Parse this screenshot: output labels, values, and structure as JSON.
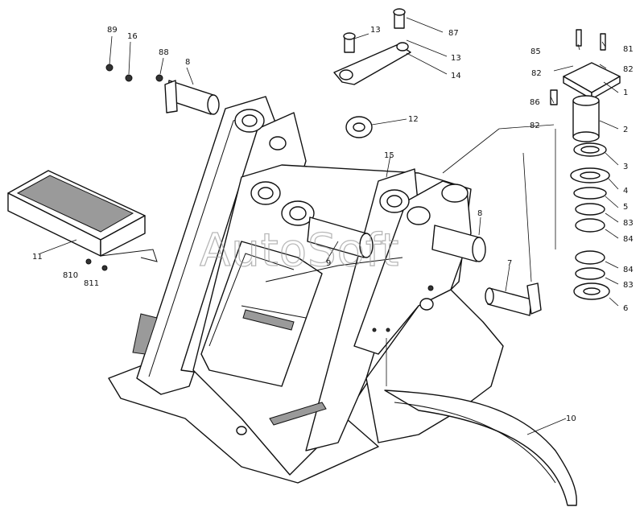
{
  "watermark": "AutoSoft",
  "callouts": [
    {
      "id": "c-89",
      "text": "89"
    },
    {
      "id": "c-16",
      "text": "16"
    },
    {
      "id": "c-88",
      "text": "88"
    },
    {
      "id": "c-8a",
      "text": "8"
    },
    {
      "id": "c-13a",
      "text": "13"
    },
    {
      "id": "c-87",
      "text": "87"
    },
    {
      "id": "c-13b",
      "text": "13"
    },
    {
      "id": "c-14",
      "text": "14"
    },
    {
      "id": "c-85",
      "text": "85"
    },
    {
      "id": "c-81",
      "text": "81"
    },
    {
      "id": "c-82a",
      "text": "82"
    },
    {
      "id": "c-82b",
      "text": "82"
    },
    {
      "id": "c-1",
      "text": "1"
    },
    {
      "id": "c-86",
      "text": "86"
    },
    {
      "id": "c-82c",
      "text": "82"
    },
    {
      "id": "c-2",
      "text": "2"
    },
    {
      "id": "c-12",
      "text": "12"
    },
    {
      "id": "c-15",
      "text": "15"
    },
    {
      "id": "c-3",
      "text": "3"
    },
    {
      "id": "c-4",
      "text": "4"
    },
    {
      "id": "c-5",
      "text": "5"
    },
    {
      "id": "c-83a",
      "text": "83"
    },
    {
      "id": "c-84a",
      "text": "84"
    },
    {
      "id": "c-8b",
      "text": "8"
    },
    {
      "id": "c-11",
      "text": "11"
    },
    {
      "id": "c-9",
      "text": "9"
    },
    {
      "id": "c-84b",
      "text": "84"
    },
    {
      "id": "c-83b",
      "text": "83"
    },
    {
      "id": "c-7",
      "text": "7"
    },
    {
      "id": "c-6",
      "text": "6"
    },
    {
      "id": "c-810",
      "text": "810"
    },
    {
      "id": "c-811",
      "text": "811"
    },
    {
      "id": "c-10",
      "text": "10"
    }
  ]
}
